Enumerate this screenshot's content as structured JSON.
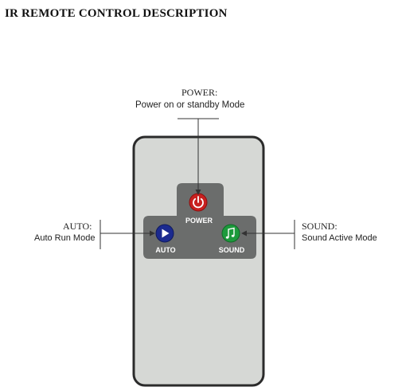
{
  "title": "IR REMOTE CONTROL DESCRIPTION",
  "colors": {
    "remote_body": "#d6d8d5",
    "remote_outline": "#2b2b2b",
    "button_panel": "#6b6d6c",
    "power_button": "#c8201f",
    "auto_button": "#1b2a8f",
    "sound_button": "#1d9a3c"
  },
  "callouts": {
    "power": {
      "title": "POWER:",
      "description": "Power on or standby Mode"
    },
    "auto": {
      "title": "AUTO:",
      "description": "Auto Run Mode"
    },
    "sound": {
      "title": "SOUND:",
      "description": "Sound Active Mode"
    }
  },
  "buttons": {
    "power": {
      "label": "POWER",
      "icon": "power-icon"
    },
    "auto": {
      "label": "AUTO",
      "icon": "play-icon"
    },
    "sound": {
      "label": "SOUND",
      "icon": "music-note-icon"
    }
  }
}
